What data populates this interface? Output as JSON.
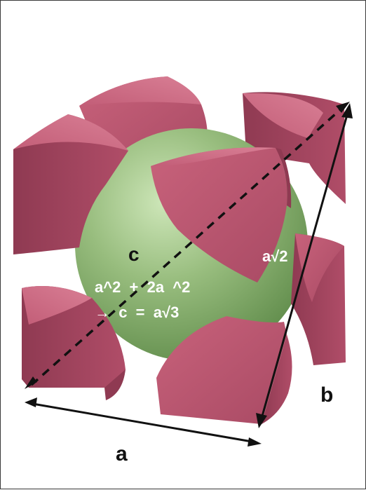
{
  "diagram": {
    "labels": {
      "center_sphere": "c",
      "equation_line1": "a^2  +  2a  ^2",
      "equation_line2": "→  c  =  a√3",
      "face_diagonal": "a√2",
      "edge_bottom": "a",
      "edge_right": "b"
    },
    "colors": {
      "corner_atom_face": "#b85670",
      "corner_atom_top": "#c9687f",
      "corner_atom_side": "#9c4059",
      "center_atom": "#8fb574",
      "center_atom_light": "#cde6b8",
      "center_atom_dark": "#5f8b4a",
      "arrow": "#111111"
    }
  }
}
